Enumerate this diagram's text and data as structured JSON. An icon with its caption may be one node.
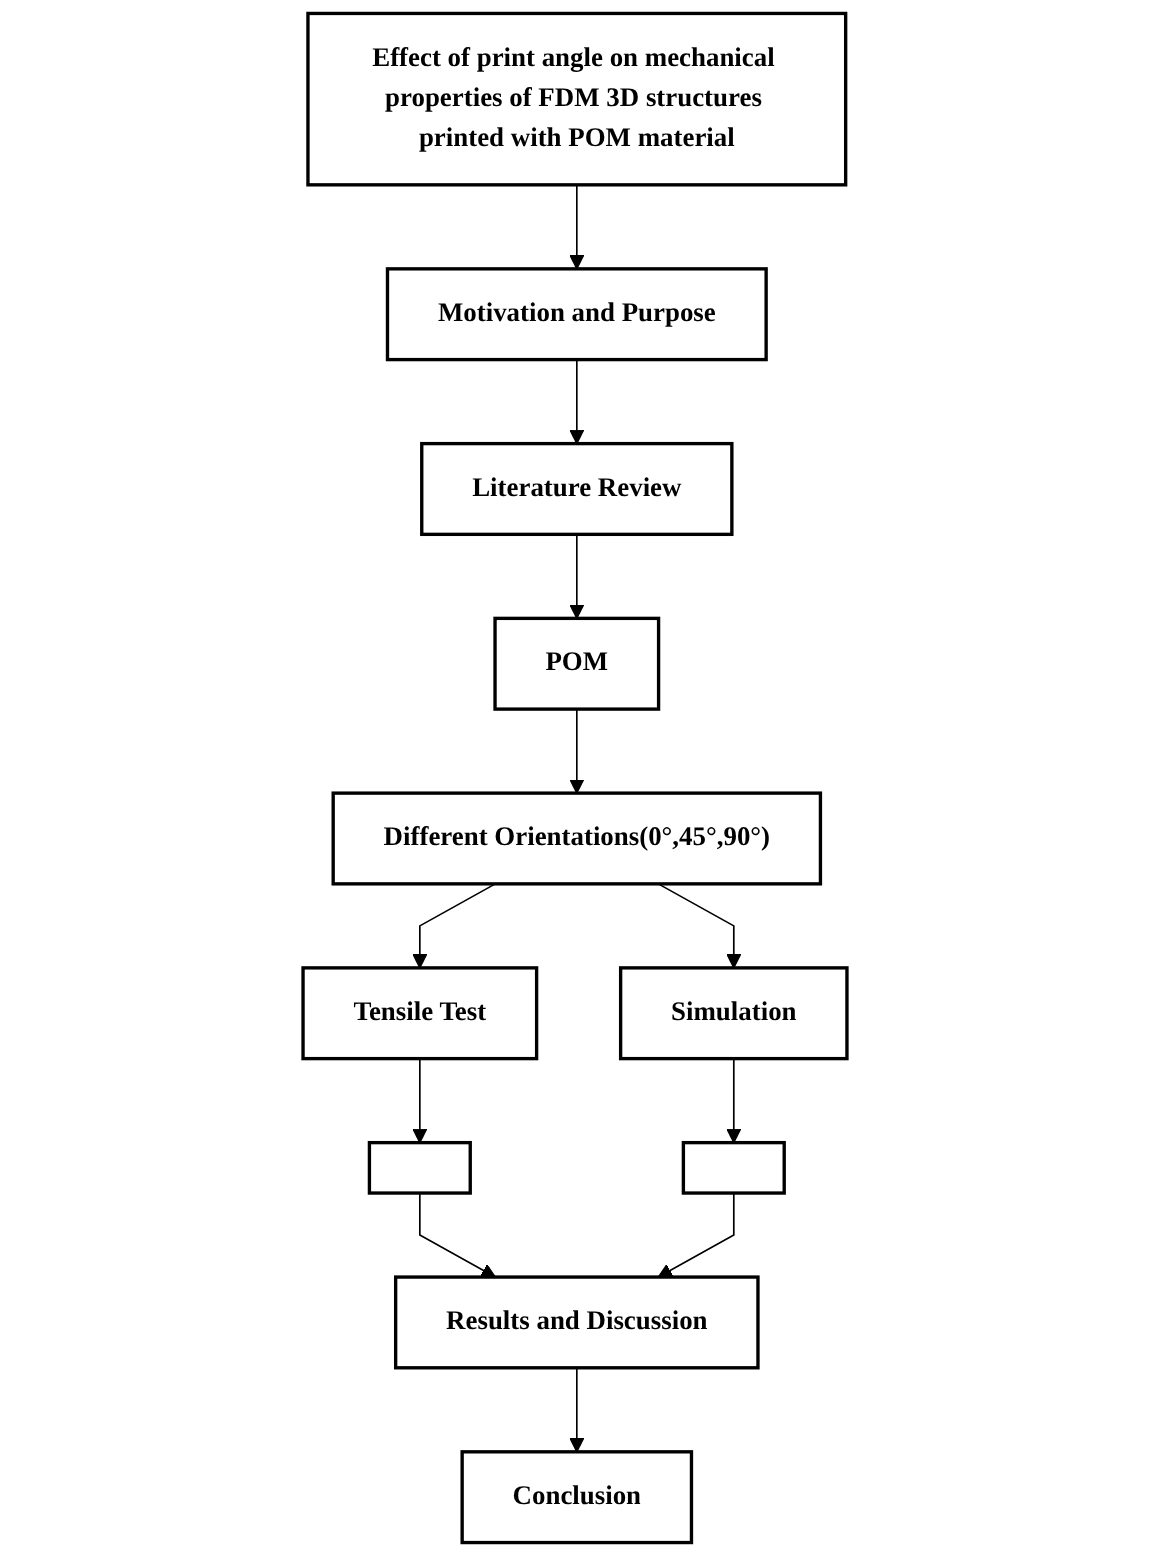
{
  "diagram": {
    "nodes": [
      {
        "text": [
          "Effect of print angle on mechanical properties of FDM 3D structures printed with POM material"
        ]
      },
      {
        "text": [
          "Motivation and Purpose"
        ]
      },
      {
        "text": [
          "Literature Review"
        ]
      },
      {
        "text": [
          "POM"
        ]
      },
      {
        "text": [
          "Different Orientations(0°,45°,90°)"
        ]
      },
      {
        "text": [
          "Tensile Test"
        ]
      },
      {
        "text": [
          "Simulation"
        ]
      },
      {
        "text": [],
        "shape": "box"
      },
      {
        "text": [],
        "shape": "box"
      },
      {
        "text": [
          "Results and Discussion"
        ]
      },
      {
        "text": [
          "Conclusion"
        ]
      }
    ],
    "edges": [
      {
        "from": 0,
        "to": 1,
        "arrow": "to"
      },
      {
        "from": 1,
        "to": 2,
        "arrow": "to"
      },
      {
        "from": 2,
        "to": 3,
        "arrow": "to"
      },
      {
        "from": 3,
        "to": 4,
        "arrow": "to"
      },
      {
        "from": 4,
        "to": 5,
        "arrow": "to"
      },
      {
        "from": 4,
        "to": 6,
        "arrow": "to"
      },
      {
        "from": 5,
        "to": 7,
        "arrow": "to"
      },
      {
        "from": 6,
        "to": 8,
        "arrow": "to"
      },
      {
        "from": 7,
        "to": 9,
        "arrow": "to"
      },
      {
        "from": 8,
        "to": 9,
        "arrow": "to"
      },
      {
        "from": 9,
        "to": 10,
        "arrow": "to"
      }
    ]
  }
}
